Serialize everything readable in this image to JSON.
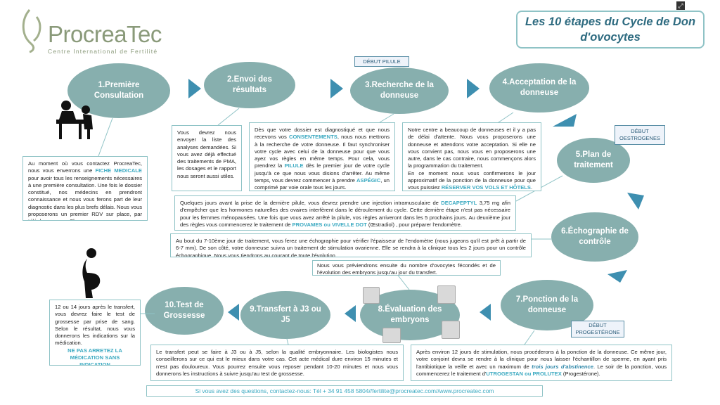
{
  "logo": {
    "name": "ProcreaTec",
    "subtitle": "Centre International de Fertilité"
  },
  "title": "Les 10 étapes du Cycle de Don d'ovocytes",
  "steps": {
    "s1": "1.Première Consultation",
    "s2": "2.Envoi des résultats",
    "s3": "3.Recherche de la donneuse",
    "s4": "4.Acceptation de la donneuse",
    "s5": "5.Plan de traitement",
    "s6": "6.Échographie de contrôle",
    "s7": "7.Ponction de la donneuse",
    "s8": "8.Évaluation des embryons",
    "s9": "9.Transfert à J3 ou J5",
    "s10": "10.Test de Grossesse"
  },
  "tags": {
    "debut_pilule": "DÉBUT PILULE",
    "debut_oestrogenes": "DÉBUT OESTROGENES",
    "debut_progesterone": "DÉBUT PROGESTÉRONE"
  },
  "boxes": {
    "b1": {
      "t1": "Au moment où vous contactez ProcreaTec, nous vous enverrons une ",
      "hl1": "FICHE MEDICALE",
      "t2": " pour avoir tous les renseignements nécessaires à une première consultation. Une fois le dossier constitué, nos médecins en prendront connaissance et nous vous ferons part de leur diagnostic dans les plus brefs délais. Nous vous proposerons un premier RDV sur place, par téléphone ou par Skype."
    },
    "b2": {
      "t1": "Vous devrez nous envoyer la liste des analyses demandées. Si vous avez déjà effectué des traitements de PMA, les dosages et le rapport nous seront aussi utiles."
    },
    "b3": {
      "t1": "Dès que votre dossier est diagnostiqué et que nous recevons vos ",
      "hl1": "CONSENTEMENTS",
      "t2": ", nous nous mettrons à la recherche de votre donneuse. Il faut synchroniser votre cycle avec celui de la donneuse pour que vous ayez vos règles en même temps. Pour cela, vous prendrez la ",
      "hl2": "PILULE",
      "t3": " dès le premier jour de votre cycle jusqu'à ce que nous vous disions d'arrêter. Au même temps, vous devrez commencer à prendre ",
      "hl3": "ASPÉGIC",
      "t4": ", un comprimé par voie orale tous les jours."
    },
    "b4": {
      "t1": "Notre centre a beaucoup de donneuses et il y a pas de délai d'attente. Nous vous proposerons une donneuse et attendons votre acceptation. Si elle ne vous convient pas, nous vous en proposerons une autre, dans le cas contraire, nous commençons alors la programmation du traitement.",
      "t2": "En ce moment nous vous confirmerons le jour approximatif de la ponction de la donneuse pour que vous puissiez ",
      "hl1": "RÉSERVER VOS VOLS ET HÔTELS",
      "t3": "."
    },
    "b5": {
      "t1": "Quelques jours avant la prise de la dernière pilule, vous devrez prendre une injection intramusculaire de ",
      "hl1": "DECAPEPTYL",
      "t2": " 3,75 mg afin d'empêcher que les hormones naturelles des ovaires interfèrent dans le déroulement du cycle. Cette dernière étape n'est pas nécessaire pour les femmes ménopausées. Une fois que vous avez arrêté la pilule, vos règles arriveront dans les 5 prochains jours. Au deuxième jour des règles vous commencerez le traitement de ",
      "hl2": "PROVAMES ou VIVELLE DOT",
      "t3": " (Œstradiol) , pour préparer l'endomètre."
    },
    "b6": {
      "t1": "Au bout du 7-10ème jour de traitement, vous ferez une échographie pour vérifier l'épaisseur de l'endomètre (nous jugeons qu'il est prêt à partir de 6-7 mm). De son côté, votre donneuse suivra un traitement de stimulation ovarienne. Elle se rendra à la clinique tous les 2 jours pour un contrôle échographique. Nous vous tiendrons au courant de toute l'évolution."
    },
    "b8": {
      "t1": "Nous vous préviendrons ensuite du nombre d'ovocytes fécondés et de l'évolution des embryons jusqu'au jour du transfert."
    },
    "b7": {
      "t1": "Après environ 12 jours de stimulation, nous procéderons à la ponction de la donneuse. Ce même jour, votre conjoint devra se rendre à la clinique pour nous laisser l'échantillon de sperme, en ayant pris l'antibiotique la veille et avec un maximum de ",
      "hl1": "trois jours d'abstinence",
      "t2": ". Le soir de la ponction, vous commencerez le traitement d'",
      "hl2": "UTROGESTAN ou PROLUTEX",
      "t3": " (Progestérone)."
    },
    "b9": {
      "t1": "Le transfert peut se faire à J3 ou à J5, selon la qualité embryonnaire. Les biologistes nous conseillerons sur ce qui est le mieux dans votre cas. Cet acte médical dure environ 15 minutes et n'est pas douloureux. Vous pourrez ensuite vous reposer pendant 10-20 minutes et nous vous donnerons les instructions à suivre jusqu'au test de grossesse."
    },
    "b10": {
      "t1": "12 ou 14 jours après le transfert, vous devrez faire le test de grossesse par prise de sang. Selon le résultat, nous vous donnerons les indications sur la médication.",
      "hl1": "NE PAS ARRETEZ LA MÉDICATION SANS INDICATION"
    }
  },
  "footer": "Si vous avez des questions, contactez-nous:  Tél + 34 91 458 5804//fertilite@procreatec.com//www.procreatec.com",
  "icons": {
    "expand": "expand-icon"
  },
  "colors": {
    "step": "#87afae",
    "accent": "#3aa9c1",
    "title": "#2e6b80",
    "border": "#8fc3c6"
  }
}
